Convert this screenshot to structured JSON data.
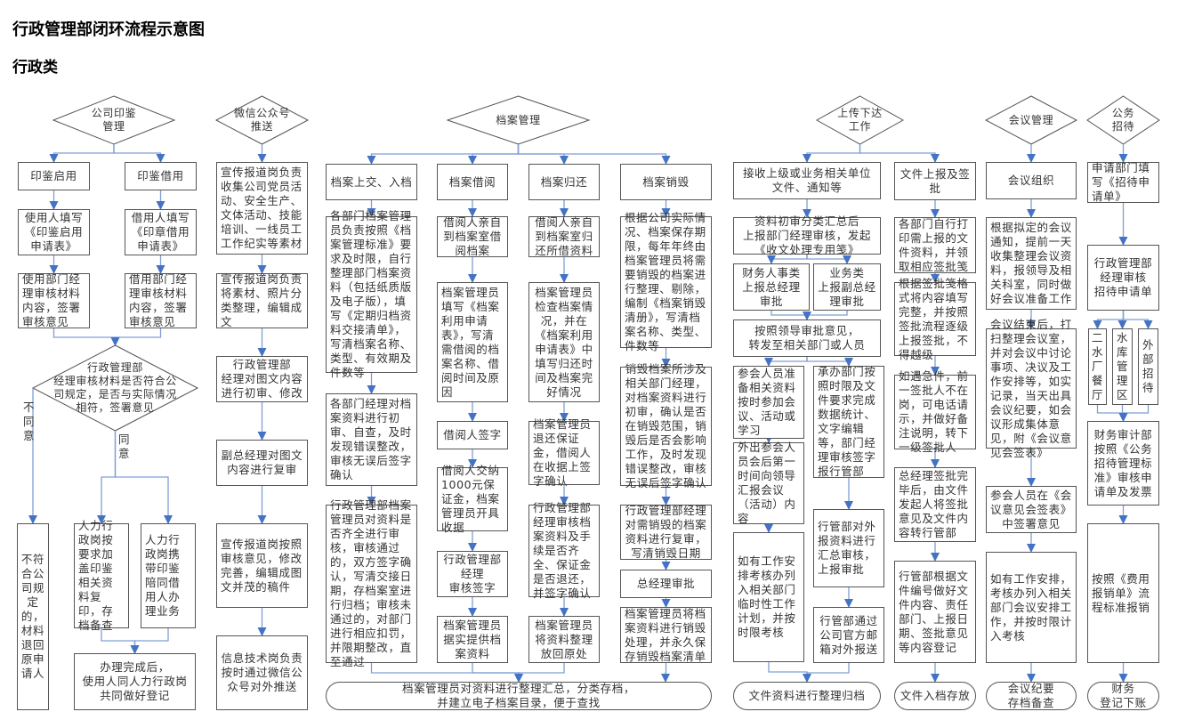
{
  "title": "行政管理部闭环流程示意图",
  "section": "行政类",
  "labels": {
    "disagree": "不同意",
    "agree": "同意"
  },
  "nodes": {
    "seal_d": "公司印鉴\n管理",
    "seal_a1": "印鉴启用",
    "seal_b1": "印鉴借用",
    "seal_a2": "使用人填写《印鉴启用申请表》",
    "seal_b2": "借用人填写《印章借用申请表》",
    "seal_a3": "使用部门经理审核材料内容，签署审核意见",
    "seal_b3": "借用部门经理审核材料内容，签署审核意见",
    "seal_d2": "行政管理部\n经理审核材料是否符合公司规定，是否与实际情况相符，签署意见",
    "seal_no": "不符合公司规定的，材料退回原申请人",
    "seal_c1": "人力行政岗按要求加盖印鉴相关资料复印，存档备查",
    "seal_c2": "人力行政岗携带印鉴陪同借用人办理业务",
    "seal_end": "办理完成后，\n使用人同人力行政岗\n共同做好登记",
    "wx_d": "微信公众号\n推送",
    "wx_1": "宣传报道岗负责收集公司党员活动、安全生产、文体活动、技能培训、一线员工工作纪实等素材",
    "wx_2": "宣传报道岗负责将素材、照片分类整理，编辑成文",
    "wx_3": "行政管理部\n经理对图文内容进行初审、修改",
    "wx_4": "副总经理对图文内容进行复审",
    "wx_5": "宣传报道岗按照审核意见，修改完善，编辑成图文并茂的稿件",
    "wx_6": "信息技术岗负责按时通过微信公众号对外推送",
    "arch_d": "档案管理",
    "arch_h1": "档案上交、入档",
    "arch_h2": "档案借阅",
    "arch_h3": "档案归还",
    "arch_h4": "档案销毁",
    "arch_a1": "各部门档案管理员负责按照《档案管理标准》要求及时限，自行整理部门档案资料（包括纸质版及电子版），填写《定期归档资料交接清单》，写清档案名称、类型、有效期及件数等",
    "arch_a2": "各部门经理对档案资料进行初审、自查，及时发现错误整改，审核无误后签字确认",
    "arch_a3": "行政管理部档案管理员对资料是否齐全进行审核，审核通过的，双方签字确认，写清交接日期，存档案室进行归档；审核未通过的，对部门进行相应扣罚，并限期整改，直至通过",
    "arch_b1": "借阅人亲自到档案室借阅档案",
    "arch_b2": "档案管理员填写《档案利用申请表》，写清需借阅的档案名称、借阅时间及原因",
    "arch_b3": "借阅人签字",
    "arch_b4": "借阅人交纳1000元保证金，档案管理员开具收据",
    "arch_b5": "行政管理部\n经理\n审核签字",
    "arch_b6": "档案管理员据实提供档案资料",
    "arch_c1": "借阅人亲自到档案室归还所借资料",
    "arch_c2": "档案管理员检查档案情况，并在《档案利用申请表》中填写归还时间及档案完好情况",
    "arch_c3": "档案管理员退还保证金，借阅人在收据上签字确认",
    "arch_c4": "行政管理部经理审核档案资料及手续是否齐全、保证金是否退还，并签字确认",
    "arch_c5": "档案管理员将资料整理放回原处",
    "arch_d1": "根据公司实际情况、档案保存期限，每年年终由档案管理员将需要销毁的档案进行整理、剔除，编制《档案销毁清册》，写清档案名称、类型、件数等",
    "arch_d2": "销毁档案所涉及相关部门经理，对档案资料进行初审，确认是否在销毁范围，销毁后是否会影响工作，及时发现错误整改，审核无误后签字确认",
    "arch_d3": "行政管理部经理对需销毁的档案资料进行复审，写清销毁日期",
    "arch_d4": "总经理审批",
    "arch_d5": "档案管理员将档案资料进行销毁处理，并永久保存销毁档案清单",
    "arch_end": "档案管理员对资料进行整理汇总，分类存档，\n并建立电子档案目录，便于查找",
    "doc_d": "上传下达\n工作",
    "doc_1": "接收上级或业务相关单位文件、通知等",
    "doc_2": "资料初审分类汇总后\n上报部门经理审核，发起\n《收文处理专用笺》",
    "doc_3a": "财务人事类\n上报总经理\n审批",
    "doc_3b": "业务类\n上报副总经\n理审批",
    "doc_4": "按照领导审批意见，\n转发至相关部门或人员",
    "doc_5a": "参会人员准备相关资料按时参加会议、活动或学习",
    "doc_6a": "外出参会人员会后第一时间向领导汇报会议（活动）内容",
    "doc_7a": "如有工作安排考核办列入相关部门临时性工作计划，并按时限考核",
    "doc_5b": "承办部门按照时限及文件要求完成数据统计、文字编辑等，部门经理审核签字报行管部",
    "doc_6b": "行管部对外报资料进行汇总审核，上报审批",
    "doc_7b": "行管部通过公司官方邮箱对外报送",
    "doc_end": "文件资料进行整理归档",
    "sign_1": "文件上报及签批",
    "sign_2": "各部门自行打印需上报的文件资料，并领取相应签批笺",
    "sign_3": "根据签批笺格式将内容填写完整，并按照签批流程逐级上报签批，不得越级",
    "sign_4": "如遇急件，前一签批人不在岗，可电话请示，并做好备注说明，转下一级签批人",
    "sign_5": "总经理签批完毕后，由文件发起人将签批意见及文件内容转行管部",
    "sign_6": "行管部根据文件编号做好文件内容、责任部门、上报日期、签批意见等内容登记",
    "sign_end": "文件入档存放",
    "mtg_d": "会议管理",
    "mtg_1": "会议组织",
    "mtg_2": "根据拟定的会议通知，提前一天收集整理会议资料，报领导及相关科室，同时做好会议准备工作",
    "mtg_3": "会议结束后，打扫整理会议室，并对会议中讨论事项、决议及工作安排等，如实记录，当天出具会议纪要，如会议形成集体意见，附《会议意见会签表》",
    "mtg_4": "参会人员在《会议意见会签表》中签署意见",
    "mtg_5": "如有工作安排，考核办列入相关部门会议安排工作，并按时限计入考核",
    "mtg_end": "会议纪要\n存档备查",
    "rec_d": "公务\n招待",
    "rec_1": "申请部门填写《招待申请单》",
    "rec_2": "行政管理部\n经理审核\n招待申请单",
    "rec_3a": "二水厂餐厅",
    "rec_3b": "水库管理区",
    "rec_3c": "外部招待",
    "rec_4": "财务审计部按照《公务招待管理标准》审核申请单及发票",
    "rec_5": "按照《费用报销单》流程标准报销",
    "rec_end": "财务\n登记下账"
  },
  "colors": {
    "connector": "#7f9fd4",
    "arrow": "#4472c4",
    "border": "#555555"
  }
}
